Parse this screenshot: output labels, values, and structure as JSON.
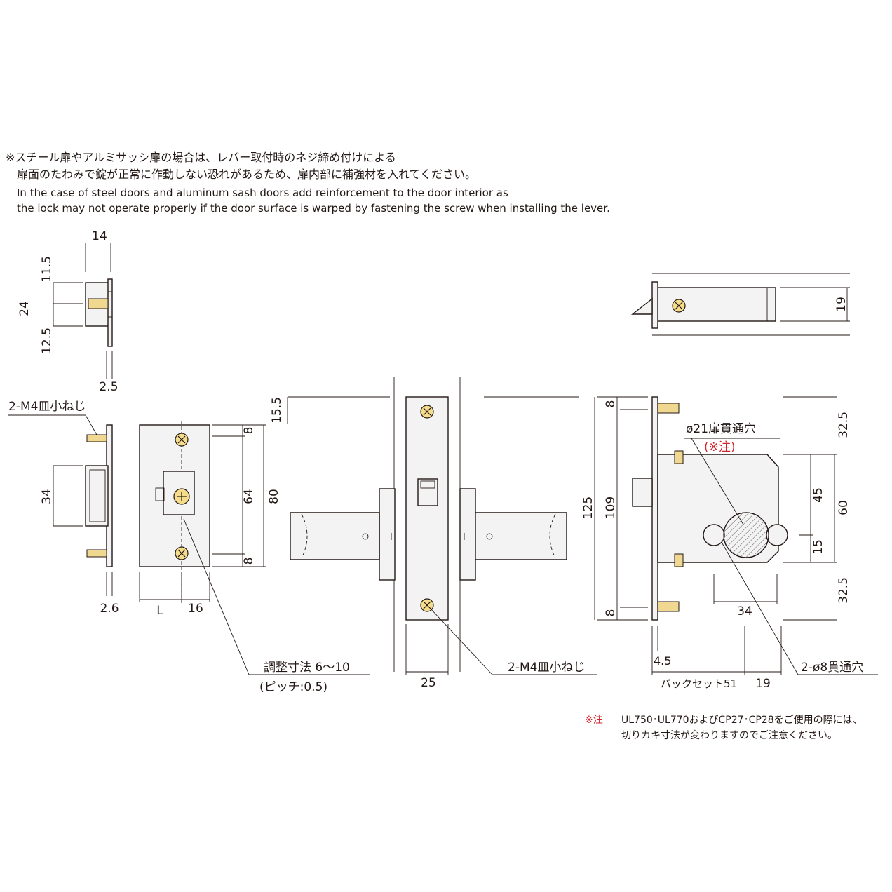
{
  "notes": {
    "jp_line1": "※スチール扉やアルミサッシ扉の場合は、レバー取付時のネジ締め付けによる",
    "jp_line2": "扉面のたわみで錠が正常に作動しない恐れがあるため、扉内部に補強材を入れてください。",
    "en_line1": "In the case of steel doors and aluminum sash doors add reinforcement to the door interior as",
    "en_line2": "the lock may not operate properly if the door surface is warped by fastening the screw when installing the lever."
  },
  "dims": {
    "strike_top_width": "14",
    "strike_top_upper": "11.5",
    "strike_top_height": "24",
    "strike_top_lower": "12.5",
    "strike_top_thick": "2.5",
    "screw_label_left": "2-M4皿小ねじ",
    "strike_box_height": "34",
    "strike_side_thick": "2.6",
    "front_L": "L",
    "front_16": "16",
    "front_8_top": "8",
    "front_64": "64",
    "front_8_bottom": "8",
    "front_80": "80",
    "adjust_label": "調整寸法 6〜10",
    "pitch_label": "(ピッチ:0.5)",
    "center_15_5": "15.5",
    "center_25": "25",
    "screw_label_center": "2-M4皿小ねじ",
    "right_19_top": "19",
    "right_8_top": "8",
    "right_125": "125",
    "right_109": "109",
    "right_8_bottom": "8",
    "right_32_5_top": "32.5",
    "right_45": "45",
    "right_60": "60",
    "right_15": "15",
    "right_32_5_bottom": "32.5",
    "right_34": "34",
    "right_4_5": "4.5",
    "backset": "バックセット51",
    "right_19_bottom": "19",
    "hole_21": "ø21扉貫通穴",
    "hole_21_note": "(※注)",
    "hole_8": "2-ø8貫通穴"
  },
  "footnote": {
    "mark": "※注",
    "line1": "UL750･UL770およびCP27･CP28をご使用の際には、",
    "line2": "切りカキ寸法が変わりますのでご注意ください。"
  },
  "colors": {
    "line": "#231815",
    "brass": "#f0d890",
    "accent_red": "#d1232a"
  }
}
